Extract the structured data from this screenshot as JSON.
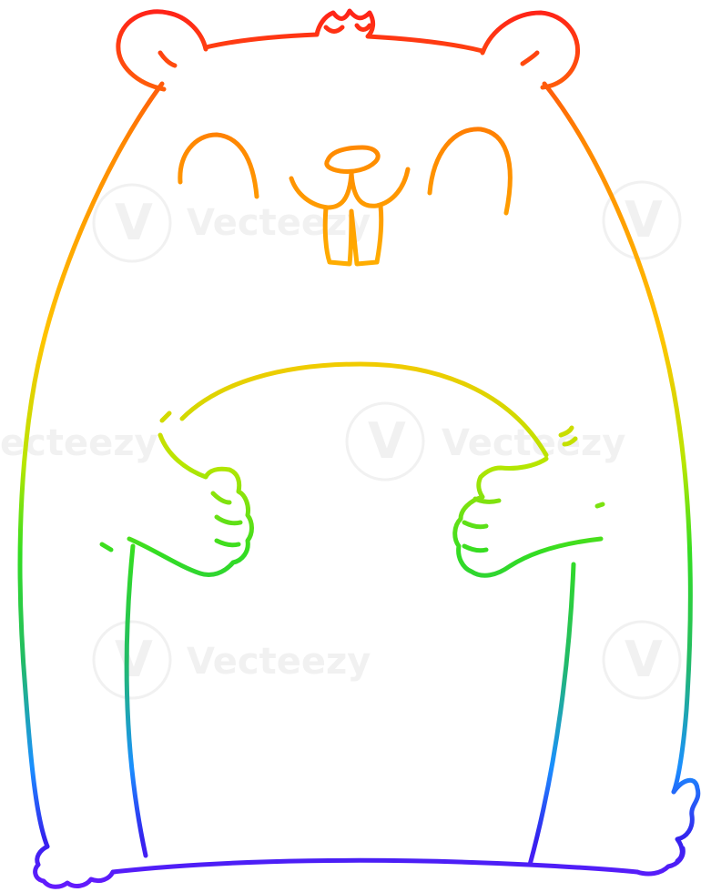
{
  "image": {
    "subject": "hamster-cartoon",
    "gradient_colors": [
      "#ff1a1a",
      "#ff8800",
      "#ffc400",
      "#b8e600",
      "#33dd22",
      "#22bb66",
      "#1a8fff",
      "#3322ee",
      "#6a1aff"
    ]
  },
  "watermark": {
    "brand_text": "Vecteezy",
    "fragment_left": "ecteezy",
    "logo_glyph": "V"
  }
}
